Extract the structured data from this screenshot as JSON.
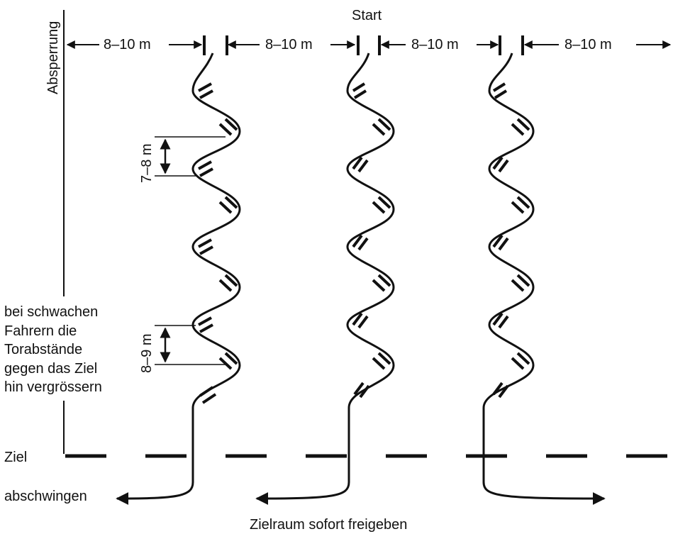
{
  "labels": {
    "start": "Start",
    "barrier": "Absperrung",
    "spacing": "8–10 m",
    "gate_distance_upper": "7–8 m",
    "gate_distance_lower": "8–9 m",
    "note_lines": [
      "bei schwachen",
      "Fahrern die",
      "Torabstände",
      "gegen das Ziel",
      "hin vergrössern"
    ],
    "finish": "Ziel",
    "swing_out": "abschwingen",
    "clear_finish_area": "Zielraum sofort freigeben"
  },
  "colors": {
    "ink": "#111111",
    "background": "#ffffff"
  }
}
